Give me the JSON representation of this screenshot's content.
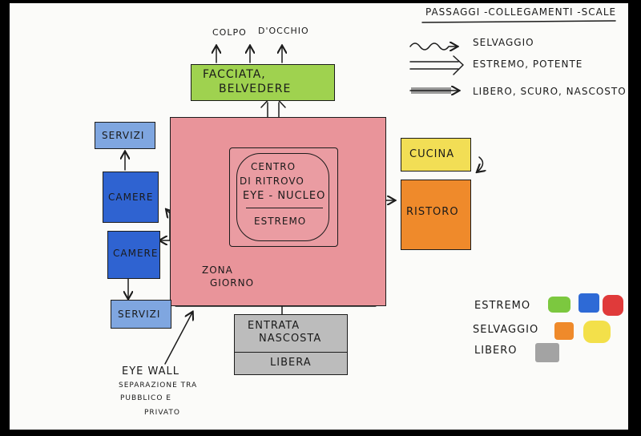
{
  "legend_title": "PASSAGGI -COLLEGAMENTI -SCALE",
  "legend": [
    {
      "symbol": "wavy-arrow-icon",
      "label": "SELVAGGIO"
    },
    {
      "symbol": "double-arrow-icon",
      "label": "ESTREMO, POTENTE"
    },
    {
      "symbol": "grey-arrow-icon",
      "label": "LIBERO, SCURO, NASCOSTO"
    }
  ],
  "top_labels": {
    "left": "COLPO",
    "right": "D'OCCHIO"
  },
  "facciata": {
    "line1": "FACCIATA,",
    "line2": "BELVEDERE",
    "color": "#9fd24f"
  },
  "left_rooms": {
    "servizi_top": "SERVIZI",
    "camere1": "CAMERE",
    "camere2": "CAMERE",
    "servizi_bottom": "SERVIZI",
    "service_color": "#7fa6e0",
    "camere_color": "#2f63d1"
  },
  "zone": {
    "line1": "ZONA",
    "line2": "GIORNO",
    "color": "#e9949a"
  },
  "centro": {
    "line1": "CENTRO",
    "line2": "DI RITROVO",
    "line3": "EYE - NUCLEO",
    "line4": "ESTREMO"
  },
  "right_rooms": {
    "cucina": "CUCINA",
    "cucina_color": "#f2de55",
    "ristoro": "RISTORO",
    "ristoro_color": "#ef8a2b"
  },
  "entrata": {
    "line1": "ENTRATA",
    "line2": "NASCOSTA",
    "line3": "LIBERA",
    "color": "#bcbcbc"
  },
  "eye_wall": {
    "title": "EYE WALL",
    "desc1": "SEPARAZIONE TRA",
    "desc2": "PUBBLICO E",
    "desc3": "PRIVATO"
  },
  "color_key": [
    {
      "label": "ESTREMO",
      "swatches": [
        "#7cc83f",
        "#2e6ad6",
        "#e03a3a"
      ]
    },
    {
      "label": "SELVAGGIO",
      "swatches": [
        "#ef8a2b",
        "#f3e04a"
      ]
    },
    {
      "label": "LIBERO",
      "swatches": [
        "#a3a3a3"
      ]
    }
  ]
}
